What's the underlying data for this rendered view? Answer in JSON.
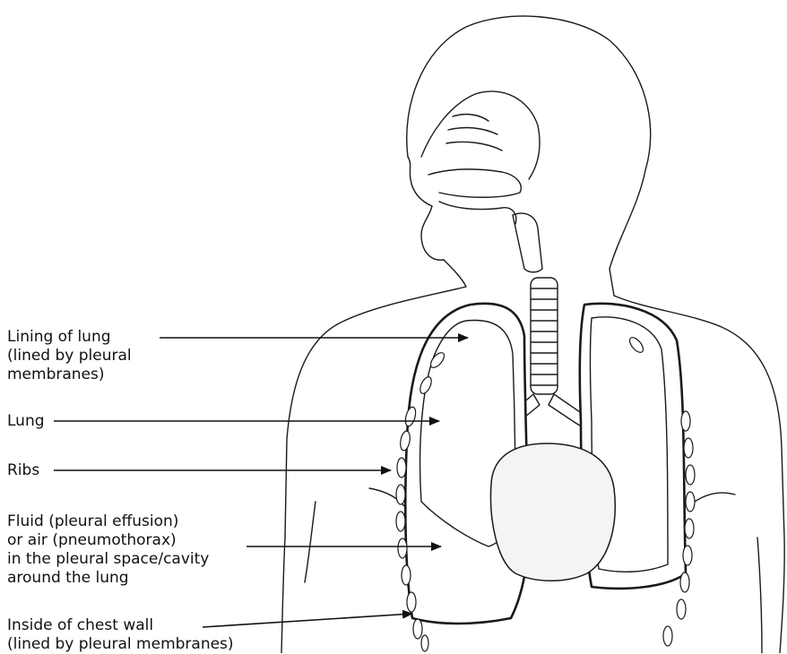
{
  "labels": [
    {
      "id": "lining",
      "lines": [
        "Lining of lung",
        "(lined by pleural",
        "membranes)"
      ]
    },
    {
      "id": "lung",
      "lines": [
        "Lung"
      ]
    },
    {
      "id": "ribs",
      "lines": [
        "Ribs"
      ]
    },
    {
      "id": "fluid",
      "lines": [
        "Fluid (pleural effusion)",
        "or air (pneumothorax)",
        "in the pleural space/cavity",
        "around the lung"
      ]
    },
    {
      "id": "chestwall",
      "lines": [
        "Inside of chest wall",
        "(lined by pleural membranes)"
      ]
    }
  ]
}
